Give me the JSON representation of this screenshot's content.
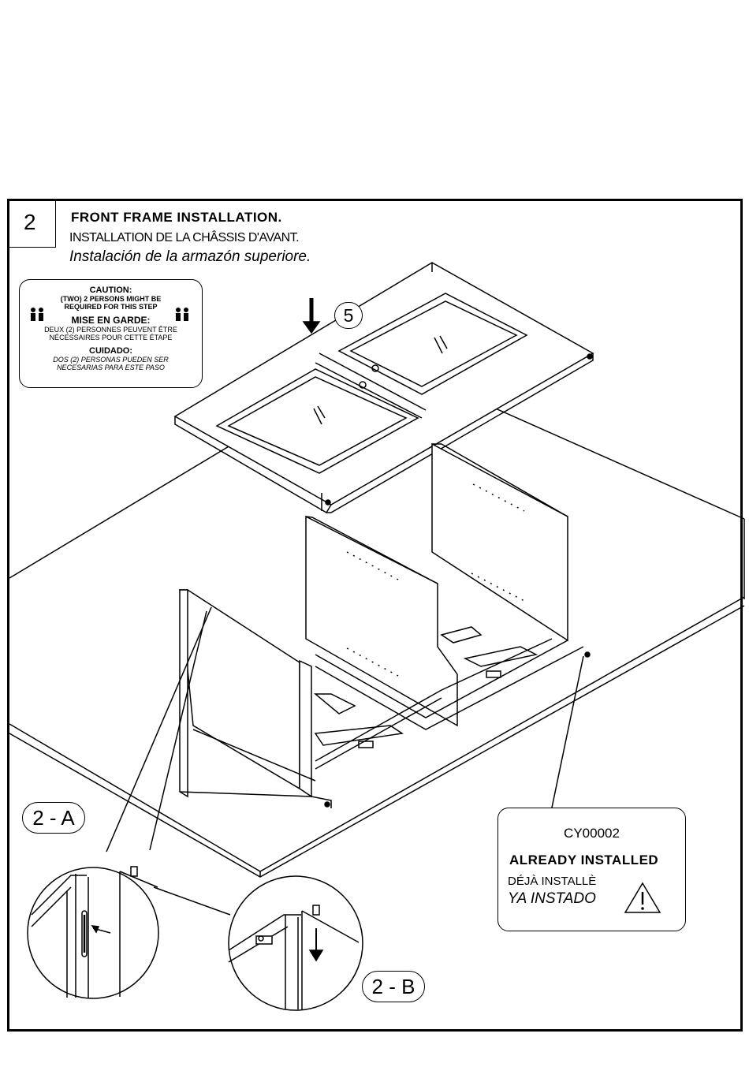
{
  "step": {
    "number": "2",
    "title": "FRONT FRAME INSTALLATION.",
    "title_fr": "INSTALLATION DE LA CHÂSSIS D'AVANT.",
    "title_es": "Instalación de la armazón superiore."
  },
  "caution": {
    "heading_en": "CAUTION:",
    "text_en_1": "(TWO) 2 PERSONS MIGHT BE",
    "text_en_2": "REQUIRED FOR THIS STEP",
    "heading_fr": "MISE EN GARDE:",
    "text_fr_1": "DEUX (2) PERSONNES PEUVENT ÊTRE",
    "text_fr_2": "NÉCESSAIRES POUR CETTE ÉTAPE",
    "heading_es": "CUIDADO:",
    "text_es_1": "DOS (2) PERSONAS PUEDEN SER",
    "text_es_2": "NECESARIAS PARA ESTE PASO",
    "icon": "two-persons-icon"
  },
  "part_label": "5",
  "detail_a": "2 - A",
  "detail_b": "2 - B",
  "installed": {
    "code": "CY00002",
    "en": "ALREADY INSTALLED",
    "fr": "DÉJÀ INSTALLÈ",
    "es": "YA INSTADO",
    "icon": "warning-triangle-icon"
  }
}
